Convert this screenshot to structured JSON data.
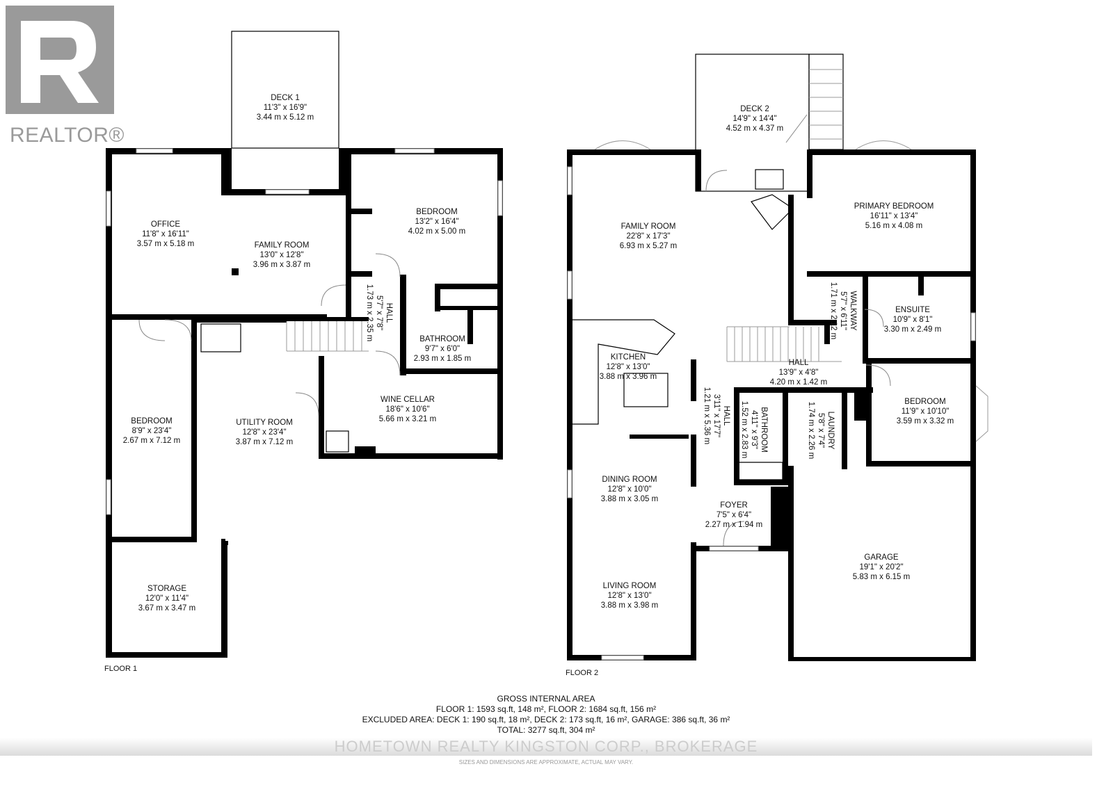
{
  "logo": {
    "text": "REALTOR®"
  },
  "floor1": {
    "label": "FLOOR 1",
    "rooms": [
      {
        "name": "DECK 1",
        "imperial": "11'3\" x 16'9\"",
        "metric": "3.44 m x 5.12 m"
      },
      {
        "name": "OFFICE",
        "imperial": "11'8\" x 16'11\"",
        "metric": "3.57 m x 5.18 m"
      },
      {
        "name": "FAMILY ROOM",
        "imperial": "13'0\" x 12'8\"",
        "metric": "3.96 m x 3.87 m"
      },
      {
        "name": "BEDROOM",
        "imperial": "13'2\" x 16'4\"",
        "metric": "4.02 m x 5.00 m"
      },
      {
        "name": "HALL",
        "imperial": "5'7\" x 7'8\"",
        "metric": "1.73 m x 2.35 m"
      },
      {
        "name": "BATHROOM",
        "imperial": "9'7\" x 6'0\"",
        "metric": "2.93 m x 1.85 m"
      },
      {
        "name": "WINE CELLAR",
        "imperial": "18'6\" x 10'6\"",
        "metric": "5.66 m x 3.21 m"
      },
      {
        "name": "BEDROOM",
        "imperial": "8'9\" x 23'4\"",
        "metric": "2.67 m x 7.12 m"
      },
      {
        "name": "UTILITY ROOM",
        "imperial": "12'8\" x 23'4\"",
        "metric": "3.87 m x 7.12 m"
      },
      {
        "name": "STORAGE",
        "imperial": "12'0\" x 11'4\"",
        "metric": "3.67 m x 3.47 m"
      }
    ]
  },
  "floor2": {
    "label": "FLOOR 2",
    "rooms": [
      {
        "name": "DECK 2",
        "imperial": "14'9\" x 14'4\"",
        "metric": "4.52 m x 4.37 m"
      },
      {
        "name": "FAMILY ROOM",
        "imperial": "22'8\" x 17'3\"",
        "metric": "6.93 m x 5.27 m"
      },
      {
        "name": "PRIMARY BEDROOM",
        "imperial": "16'11\" x 13'4\"",
        "metric": "5.16 m x 4.08 m"
      },
      {
        "name": "WALKWAY",
        "imperial": "5'7\" x 6'11\"",
        "metric": "1.71 m x 2.12 m"
      },
      {
        "name": "ENSUITE",
        "imperial": "10'9\" x 8'1\"",
        "metric": "3.30 m x 2.49 m"
      },
      {
        "name": "KITCHEN",
        "imperial": "12'8\" x 13'0\"",
        "metric": "3.88 m x 3.96 m"
      },
      {
        "name": "HALL",
        "imperial": "13'9\" x 4'8\"",
        "metric": "4.20 m x 1.42 m"
      },
      {
        "name": "HALL",
        "imperial": "3'11\" x 17'7\"",
        "metric": "1.21 m x 5.36 m"
      },
      {
        "name": "BATHROOM",
        "imperial": "4'11\" x 9'3\"",
        "metric": "1.52 m x 2.83 m"
      },
      {
        "name": "LAUNDRY",
        "imperial": "5'8\" x 7'4\"",
        "metric": "1.74 m x 2.26 m"
      },
      {
        "name": "BEDROOM",
        "imperial": "11'9\" x 10'10\"",
        "metric": "3.59 m x 3.32 m"
      },
      {
        "name": "DINING ROOM",
        "imperial": "12'8\" x 10'0\"",
        "metric": "3.88 m x 3.05 m"
      },
      {
        "name": "FOYER",
        "imperial": "7'5\" x 6'4\"",
        "metric": "2.27 m x 1.94 m"
      },
      {
        "name": "GARAGE",
        "imperial": "19'1\" x 20'2\"",
        "metric": "5.83 m x 6.15 m"
      },
      {
        "name": "LIVING ROOM",
        "imperial": "12'8\" x 13'0\"",
        "metric": "3.88 m x 3.98 m"
      }
    ]
  },
  "summary": {
    "title": "GROSS INTERNAL AREA",
    "floors": "FLOOR 1: 1593 sq.ft, 148 m², FLOOR 2: 1684 sq.ft, 156 m²",
    "excluded": "EXCLUDED AREA: DECK 1: 190 sq.ft, 18 m², DECK 2: 173 sq.ft, 16 m², GARAGE: 386 sq.ft, 36 m²",
    "total": "TOTAL: 3277 sq.ft, 304 m²",
    "disclaimer": "SIZES AND DIMENSIONS ARE APPROXIMATE, ACTUAL MAY VARY."
  },
  "watermark": "HOMETOWN REALTY KINGSTON CORP., BROKERAGE",
  "colors": {
    "wall": "#000000",
    "logo": "#9a9a9a",
    "window": "#bbbbbb"
  }
}
